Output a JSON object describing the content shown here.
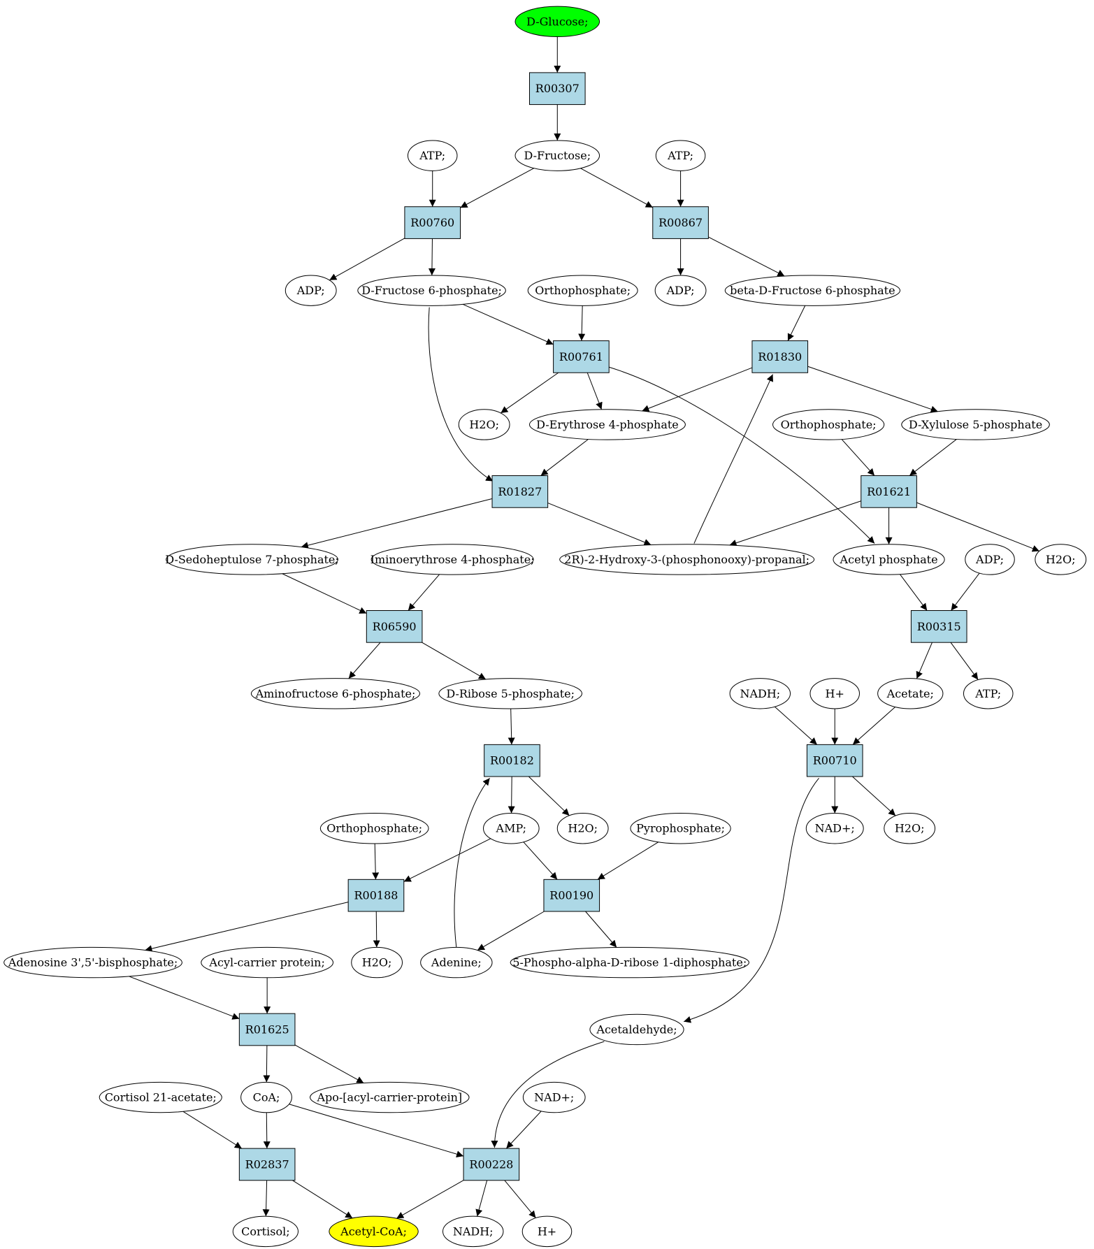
{
  "colors": {
    "reaction_fill": "#add8e6",
    "metabolite_fill": "#ffffff",
    "source_fill": "#00ff00",
    "target_fill": "#ffff00",
    "stroke": "#000000"
  },
  "nodes": [
    {
      "id": "glc",
      "kind": "metabolite",
      "label": "D-Glucose;",
      "role": "source"
    },
    {
      "id": "R00307",
      "kind": "reaction",
      "label": "R00307"
    },
    {
      "id": "atp1",
      "kind": "metabolite",
      "label": "ATP;"
    },
    {
      "id": "fru",
      "kind": "metabolite",
      "label": "D-Fructose;"
    },
    {
      "id": "atp2",
      "kind": "metabolite",
      "label": "ATP;"
    },
    {
      "id": "R00760",
      "kind": "reaction",
      "label": "R00760"
    },
    {
      "id": "R00867",
      "kind": "reaction",
      "label": "R00867"
    },
    {
      "id": "adp1",
      "kind": "metabolite",
      "label": "ADP;"
    },
    {
      "id": "f6p",
      "kind": "metabolite",
      "label": "D-Fructose 6-phosphate;"
    },
    {
      "id": "pi1",
      "kind": "metabolite",
      "label": "Orthophosphate;"
    },
    {
      "id": "adp2",
      "kind": "metabolite",
      "label": "ADP;"
    },
    {
      "id": "bf6p",
      "kind": "metabolite",
      "label": "beta-D-Fructose 6-phosphate"
    },
    {
      "id": "R00761",
      "kind": "reaction",
      "label": "R00761"
    },
    {
      "id": "R01830",
      "kind": "reaction",
      "label": "R01830"
    },
    {
      "id": "h2o1",
      "kind": "metabolite",
      "label": "H2O;"
    },
    {
      "id": "e4p",
      "kind": "metabolite",
      "label": "D-Erythrose 4-phosphate"
    },
    {
      "id": "pi2",
      "kind": "metabolite",
      "label": "Orthophosphate;"
    },
    {
      "id": "x5p",
      "kind": "metabolite",
      "label": "D-Xylulose 5-phosphate"
    },
    {
      "id": "R01827",
      "kind": "reaction",
      "label": "R01827"
    },
    {
      "id": "R01621",
      "kind": "reaction",
      "label": "R01621"
    },
    {
      "id": "s7p",
      "kind": "metabolite",
      "label": "D-Sedoheptulose 7-phosphate;"
    },
    {
      "id": "ie4p",
      "kind": "metabolite",
      "label": "Iminoerythrose 4-phosphate;"
    },
    {
      "id": "g3p",
      "kind": "metabolite",
      "label": "2R)-2-Hydroxy-3-(phosphonooxy)-propanal;"
    },
    {
      "id": "acp",
      "kind": "metabolite",
      "label": "Acetyl phosphate"
    },
    {
      "id": "adp3",
      "kind": "metabolite",
      "label": "ADP;"
    },
    {
      "id": "h2o2",
      "kind": "metabolite",
      "label": "H2O;"
    },
    {
      "id": "R06590",
      "kind": "reaction",
      "label": "R06590"
    },
    {
      "id": "R00315",
      "kind": "reaction",
      "label": "R00315"
    },
    {
      "id": "af6p",
      "kind": "metabolite",
      "label": "Aminofructose 6-phosphate;"
    },
    {
      "id": "r5p",
      "kind": "metabolite",
      "label": "D-Ribose 5-phosphate;"
    },
    {
      "id": "nadh1",
      "kind": "metabolite",
      "label": "NADH;"
    },
    {
      "id": "hplus1",
      "kind": "metabolite",
      "label": "H+"
    },
    {
      "id": "acet",
      "kind": "metabolite",
      "label": "Acetate;"
    },
    {
      "id": "atp3",
      "kind": "metabolite",
      "label": "ATP;"
    },
    {
      "id": "R00182",
      "kind": "reaction",
      "label": "R00182"
    },
    {
      "id": "R00710",
      "kind": "reaction",
      "label": "R00710"
    },
    {
      "id": "pi3",
      "kind": "metabolite",
      "label": "Orthophosphate;"
    },
    {
      "id": "amp",
      "kind": "metabolite",
      "label": "AMP;"
    },
    {
      "id": "h2o3",
      "kind": "metabolite",
      "label": "H2O;"
    },
    {
      "id": "ppi",
      "kind": "metabolite",
      "label": "Pyrophosphate;"
    },
    {
      "id": "nad1",
      "kind": "metabolite",
      "label": "NAD+;"
    },
    {
      "id": "h2o4",
      "kind": "metabolite",
      "label": "H2O;"
    },
    {
      "id": "R00188",
      "kind": "reaction",
      "label": "R00188"
    },
    {
      "id": "R00190",
      "kind": "reaction",
      "label": "R00190"
    },
    {
      "id": "pap",
      "kind": "metabolite",
      "label": "Adenosine 3',5'-bisphosphate;"
    },
    {
      "id": "acpr",
      "kind": "metabolite",
      "label": "Acyl-carrier protein;"
    },
    {
      "id": "h2o5",
      "kind": "metabolite",
      "label": "H2O;"
    },
    {
      "id": "ade",
      "kind": "metabolite",
      "label": "Adenine;"
    },
    {
      "id": "prpp",
      "kind": "metabolite",
      "label": "5-Phospho-alpha-D-ribose 1-diphosphate;"
    },
    {
      "id": "R01625",
      "kind": "reaction",
      "label": "R01625"
    },
    {
      "id": "acald",
      "kind": "metabolite",
      "label": "Acetaldehyde;"
    },
    {
      "id": "cortac",
      "kind": "metabolite",
      "label": "Cortisol 21-acetate;"
    },
    {
      "id": "coa",
      "kind": "metabolite",
      "label": "CoA;"
    },
    {
      "id": "apoacp",
      "kind": "metabolite",
      "label": "Apo-[acyl-carrier-protein]"
    },
    {
      "id": "nad2",
      "kind": "metabolite",
      "label": "NAD+;"
    },
    {
      "id": "R02837",
      "kind": "reaction",
      "label": "R02837"
    },
    {
      "id": "R00228",
      "kind": "reaction",
      "label": "R00228"
    },
    {
      "id": "cort",
      "kind": "metabolite",
      "label": "Cortisol;"
    },
    {
      "id": "accoa",
      "kind": "metabolite",
      "label": "Acetyl-CoA;",
      "role": "target"
    },
    {
      "id": "nadh2",
      "kind": "metabolite",
      "label": "NADH;"
    },
    {
      "id": "hplus2",
      "kind": "metabolite",
      "label": "H+"
    }
  ],
  "edges": [
    [
      "glc",
      "R00307"
    ],
    [
      "R00307",
      "fru"
    ],
    [
      "atp1",
      "R00760"
    ],
    [
      "fru",
      "R00760"
    ],
    [
      "fru",
      "R00867"
    ],
    [
      "atp2",
      "R00867"
    ],
    [
      "R00760",
      "adp1"
    ],
    [
      "R00760",
      "f6p"
    ],
    [
      "R00867",
      "adp2"
    ],
    [
      "R00867",
      "bf6p"
    ],
    [
      "f6p",
      "R00761"
    ],
    [
      "pi1",
      "R00761"
    ],
    [
      "bf6p",
      "R01830"
    ],
    [
      "R00761",
      "h2o1"
    ],
    [
      "R00761",
      "e4p"
    ],
    [
      "R00761",
      "acp"
    ],
    [
      "R01830",
      "e4p"
    ],
    [
      "R01830",
      "x5p"
    ],
    [
      "f6p",
      "R01827"
    ],
    [
      "e4p",
      "R01827"
    ],
    [
      "pi2",
      "R01621"
    ],
    [
      "x5p",
      "R01621"
    ],
    [
      "R01827",
      "s7p"
    ],
    [
      "R01827",
      "g3p"
    ],
    [
      "g3p",
      "R01830"
    ],
    [
      "R01621",
      "g3p"
    ],
    [
      "R01621",
      "acp"
    ],
    [
      "R01621",
      "h2o2"
    ],
    [
      "s7p",
      "R06590"
    ],
    [
      "ie4p",
      "R06590"
    ],
    [
      "acp",
      "R00315"
    ],
    [
      "adp3",
      "R00315"
    ],
    [
      "R06590",
      "af6p"
    ],
    [
      "R06590",
      "r5p"
    ],
    [
      "R00315",
      "acet"
    ],
    [
      "R00315",
      "atp3"
    ],
    [
      "r5p",
      "R00182"
    ],
    [
      "nadh1",
      "R00710"
    ],
    [
      "hplus1",
      "R00710"
    ],
    [
      "acet",
      "R00710"
    ],
    [
      "R00182",
      "amp"
    ],
    [
      "R00182",
      "h2o3"
    ],
    [
      "R00710",
      "nad1"
    ],
    [
      "R00710",
      "h2o4"
    ],
    [
      "R00710",
      "acald"
    ],
    [
      "pi3",
      "R00188"
    ],
    [
      "amp",
      "R00188"
    ],
    [
      "amp",
      "R00190"
    ],
    [
      "ppi",
      "R00190"
    ],
    [
      "R00188",
      "pap"
    ],
    [
      "R00188",
      "h2o5"
    ],
    [
      "R00190",
      "ade"
    ],
    [
      "R00190",
      "prpp"
    ],
    [
      "ade",
      "R00182"
    ],
    [
      "pap",
      "R01625"
    ],
    [
      "acpr",
      "R01625"
    ],
    [
      "R01625",
      "coa"
    ],
    [
      "R01625",
      "apoacp"
    ],
    [
      "cortac",
      "R02837"
    ],
    [
      "coa",
      "R02837"
    ],
    [
      "coa",
      "R00228"
    ],
    [
      "acald",
      "R00228"
    ],
    [
      "nad2",
      "R00228"
    ],
    [
      "R02837",
      "cort"
    ],
    [
      "R02837",
      "accoa"
    ],
    [
      "R00228",
      "accoa"
    ],
    [
      "R00228",
      "nadh2"
    ],
    [
      "R00228",
      "hplus2"
    ]
  ]
}
